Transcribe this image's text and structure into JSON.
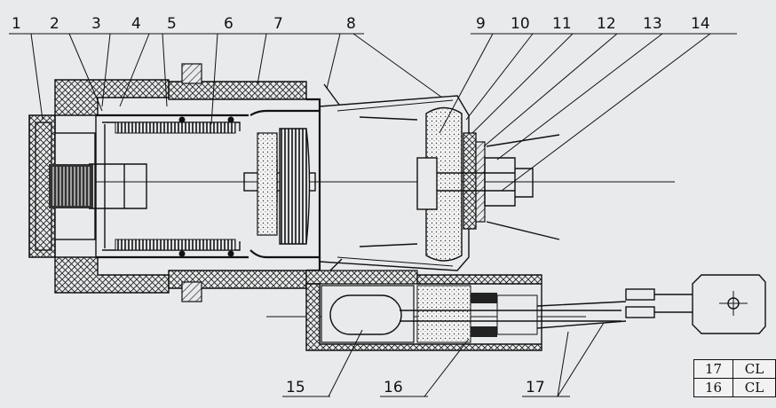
{
  "callouts": [
    {
      "id": "1"
    },
    {
      "id": "2"
    },
    {
      "id": "3"
    },
    {
      "id": "4"
    },
    {
      "id": "5"
    },
    {
      "id": "6"
    },
    {
      "id": "7"
    },
    {
      "id": "8"
    },
    {
      "id": "9"
    },
    {
      "id": "10"
    },
    {
      "id": "11"
    },
    {
      "id": "12"
    },
    {
      "id": "13"
    },
    {
      "id": "14"
    },
    {
      "id": "15"
    },
    {
      "id": "16"
    },
    {
      "id": "17"
    }
  ],
  "parts_table": {
    "rows": [
      {
        "num": "17",
        "name": "CL"
      },
      {
        "num": "16",
        "name": "CL"
      }
    ]
  }
}
